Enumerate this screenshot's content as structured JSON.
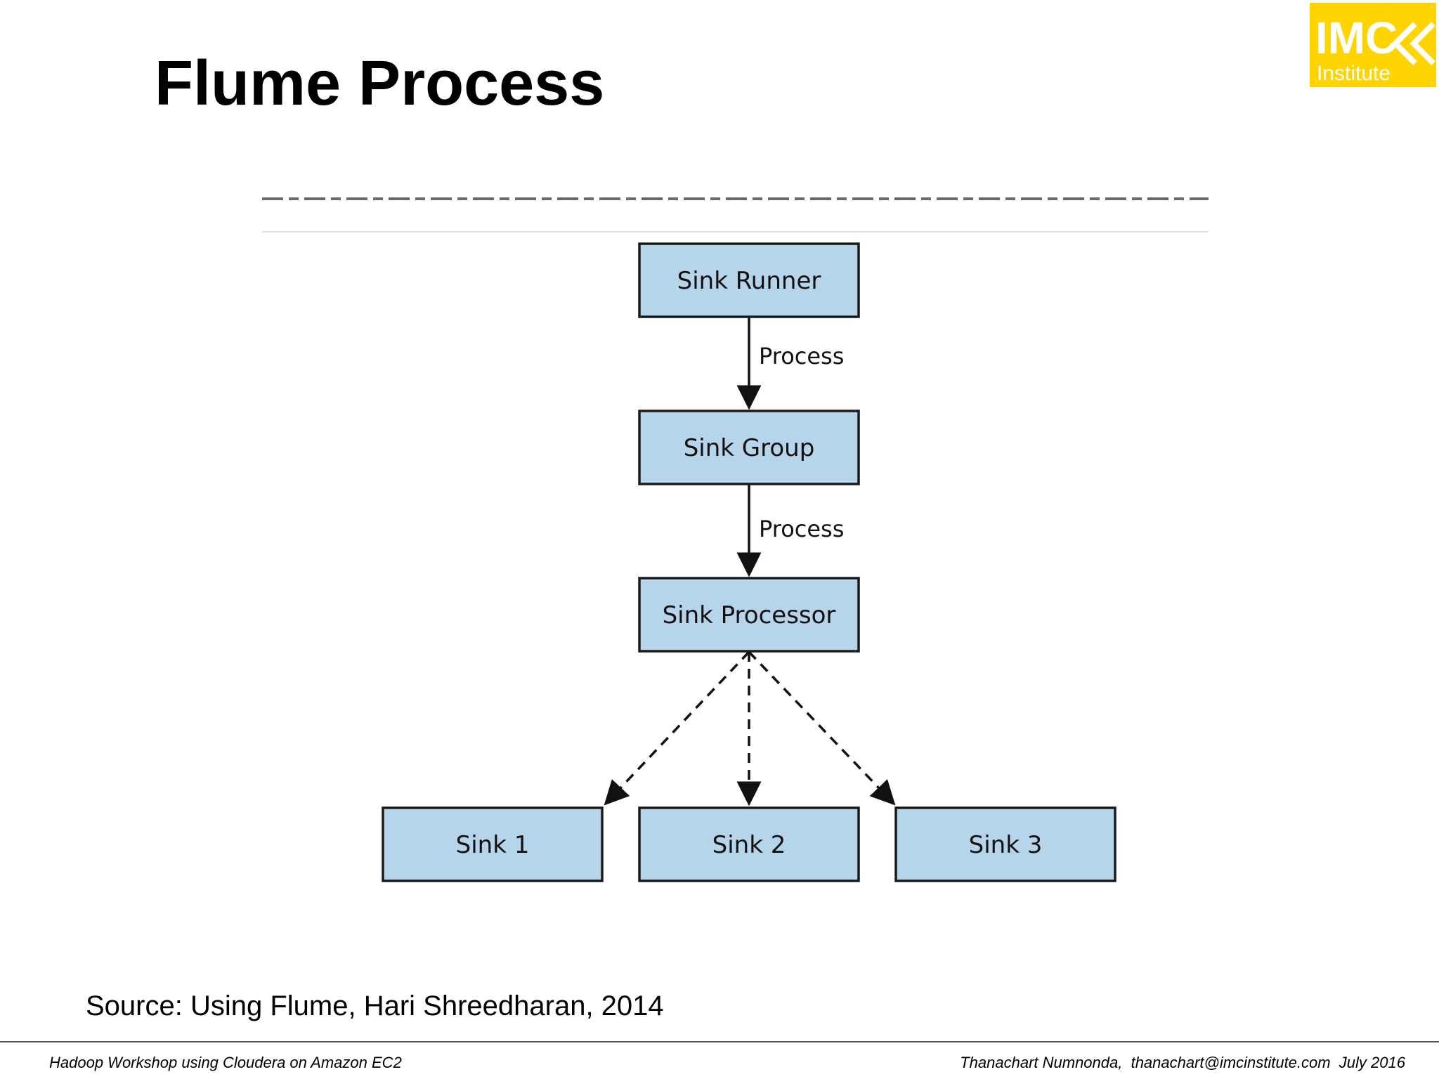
{
  "slide": {
    "title": "Flume Process",
    "caption": "Source: Using Flume, Hari Shreedharan, 2014",
    "footer_left": "Hadoop Workshop using Cloudera on Amazon EC2",
    "footer_right": "Thanachart Numnonda,  thanachart@imcinstitute.com  July 2016"
  },
  "logo": {
    "line1": "IMC",
    "line2": "Institute",
    "background": "#FFD400",
    "text_color": "#FFFFFF"
  },
  "diagram": {
    "box_fill": "#B7D5EA",
    "box_stroke": "#1A1A1A",
    "nodes": {
      "sink_runner": "Sink Runner",
      "sink_group": "Sink Group",
      "sink_processor": "Sink Processor",
      "sink_1": "Sink 1",
      "sink_2": "Sink 2",
      "sink_3": "Sink 3"
    },
    "edges": {
      "runner_to_group": "Process",
      "group_to_processor": "Process"
    }
  }
}
